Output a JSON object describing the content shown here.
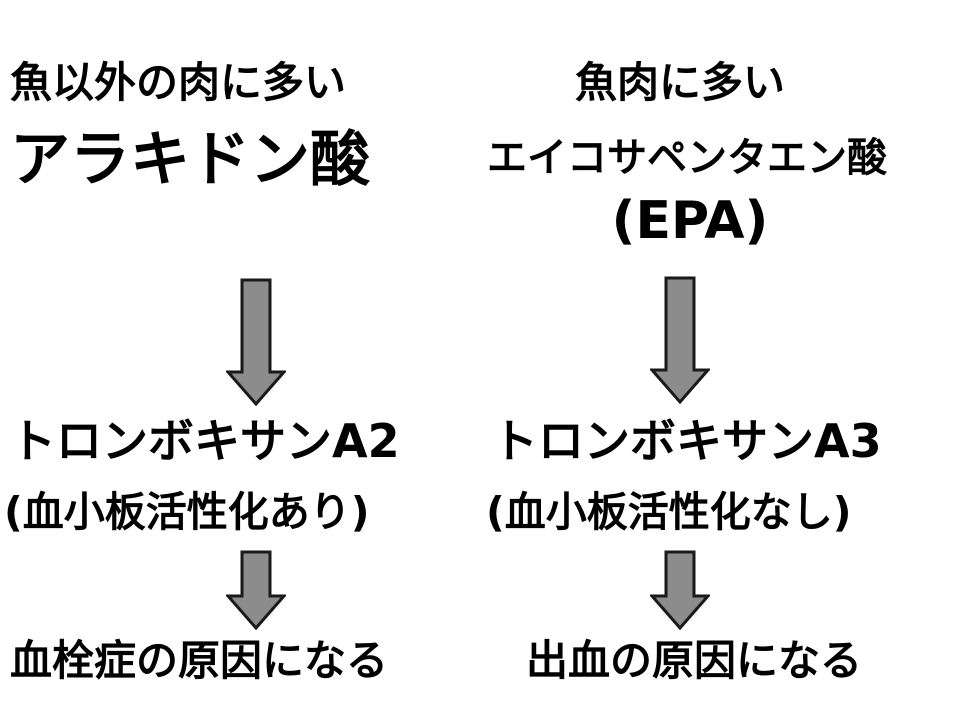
{
  "left": {
    "source_line1": "魚以外の肉に多い",
    "source_line2": "アラキドン酸",
    "product": "トロンボキサンA2",
    "effect": "(血小板活性化あり)",
    "result": "血栓症の原因になる"
  },
  "right": {
    "source_line1": "魚肉に多い",
    "source_line2": "エイコサペンタエン酸",
    "source_line3": "(EPA)",
    "product": "トロンボキサンA3",
    "effect": "(血小板活性化なし)",
    "result": "出血の原因になる"
  },
  "colors": {
    "arrow_fill": "#8c8c8c",
    "arrow_stroke": "#1a1a1a",
    "text": "#000000"
  }
}
